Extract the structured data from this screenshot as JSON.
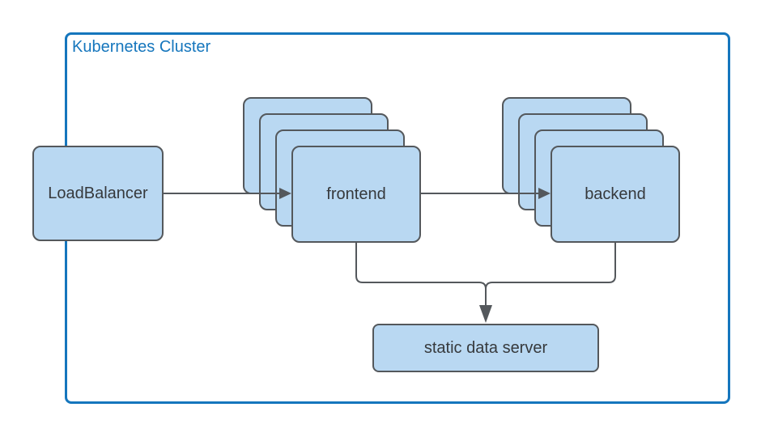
{
  "diagram": {
    "cluster": {
      "label": "Kubernetes Cluster"
    },
    "nodes": {
      "load_balancer": {
        "label": "LoadBalancer"
      },
      "frontend": {
        "label": "frontend",
        "replicas": 4
      },
      "backend": {
        "label": "backend",
        "replicas": 4
      },
      "static_server": {
        "label": "static data server"
      }
    },
    "edges": [
      {
        "from": "LoadBalancer",
        "to": "frontend",
        "arrow": true
      },
      {
        "from": "frontend",
        "to": "backend",
        "arrow": true
      },
      {
        "from": "frontend",
        "to": "static data server",
        "arrow": true
      },
      {
        "from": "backend",
        "to": "static data server",
        "arrow": true
      }
    ],
    "colors": {
      "node_fill": "#b9d8f2",
      "node_border": "#54585c",
      "connector": "#54585c",
      "cluster_border": "#1576bd",
      "cluster_label_text": "#1576bd",
      "node_label_text": "#36393c"
    }
  }
}
